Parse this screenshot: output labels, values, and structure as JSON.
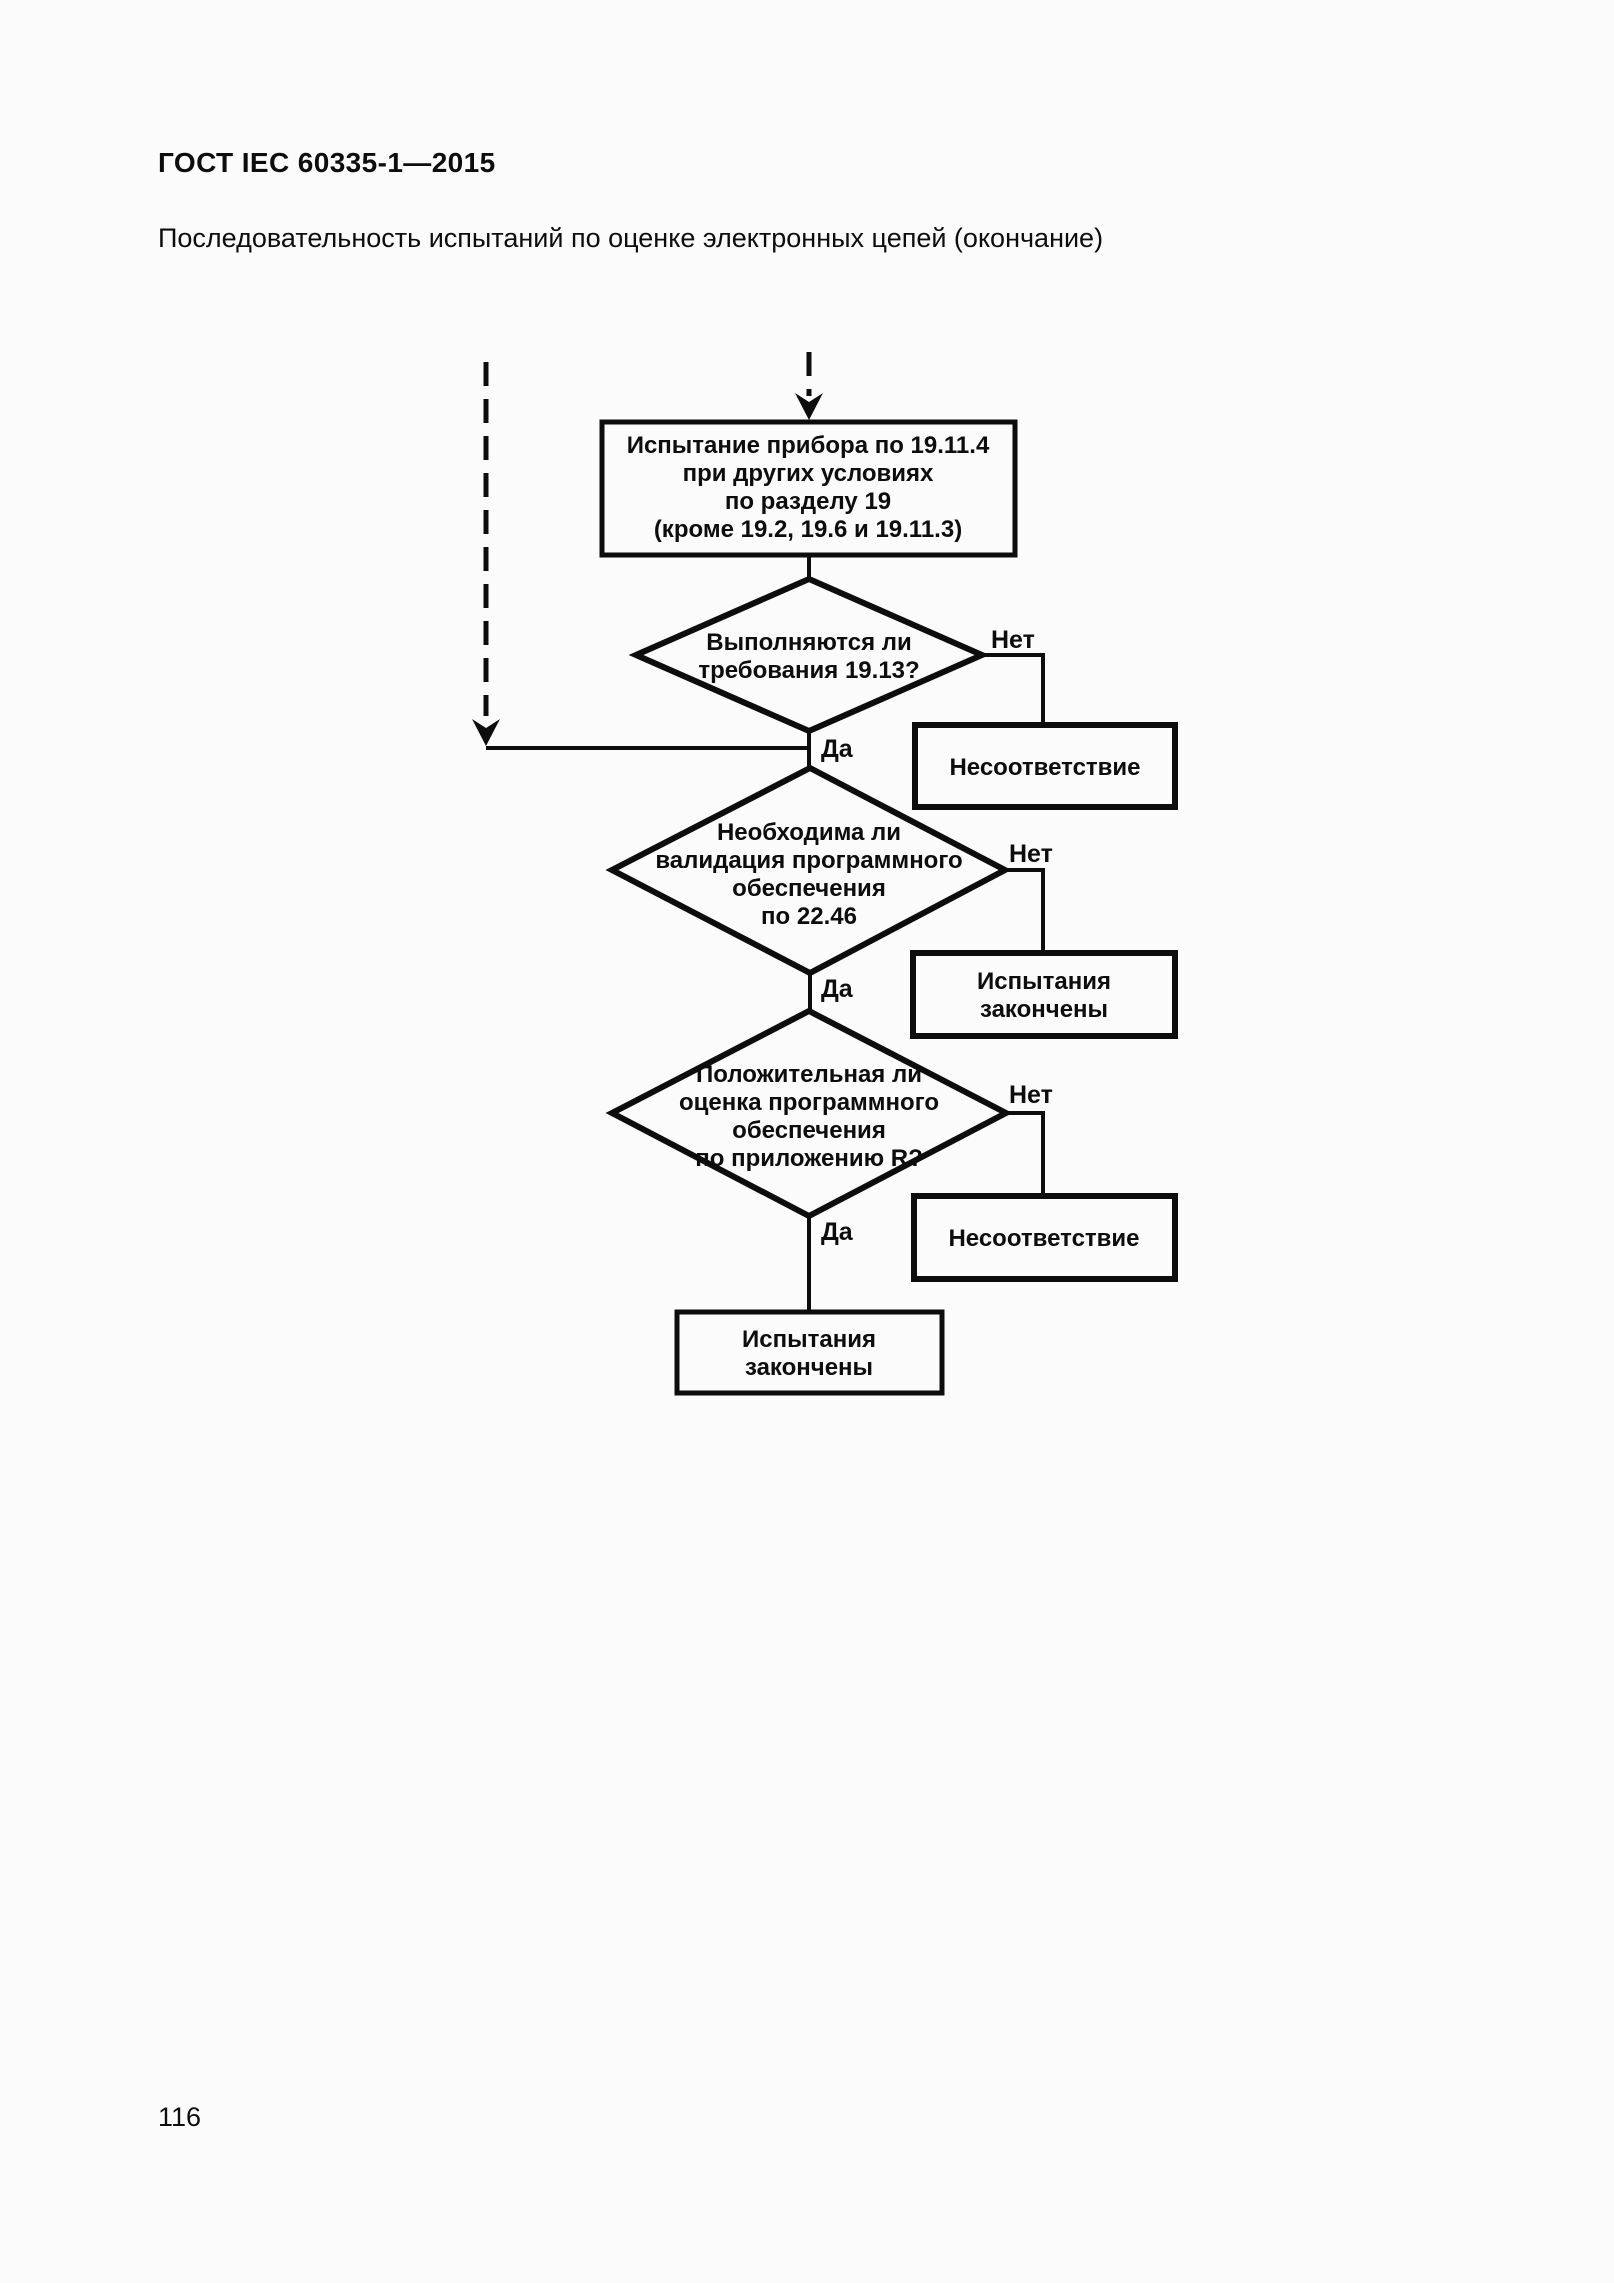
{
  "page": {
    "header": "ГОСТ IEC 60335-1—2015",
    "subtitle": "Последовательность испытаний по оценке электронных цепей (окончание)",
    "page_number": "116"
  },
  "colors": {
    "ink": "#0d0d0d",
    "paper": "#fbfbfb"
  },
  "flowchart": {
    "process_box": {
      "lines": [
        "Испытание прибора по 19.11.4",
        "при других условиях",
        "по разделу 19",
        "(кроме 19.2, 19.6 и 19.11.3)"
      ]
    },
    "decision1": {
      "lines": [
        "Выполняются ли",
        "требования 19.13?"
      ],
      "yes": "Да",
      "no": "Нет"
    },
    "noncompliance1": {
      "label": "Несоответствие"
    },
    "decision2": {
      "lines": [
        "Необходима ли",
        "валидация программного",
        "обеспечения",
        "по 22.46"
      ],
      "yes": "Да",
      "no": "Нет"
    },
    "tests_finished_right": {
      "lines": [
        "Испытания",
        "закончены"
      ]
    },
    "decision3": {
      "lines": [
        "Положительная ли",
        "оценка программного",
        "обеспечения",
        "по приложению R?"
      ],
      "yes": "Да",
      "no": "Нет"
    },
    "noncompliance2": {
      "label": "Несоответствие"
    },
    "tests_finished_bottom": {
      "lines": [
        "Испытания",
        "закончены"
      ]
    }
  }
}
